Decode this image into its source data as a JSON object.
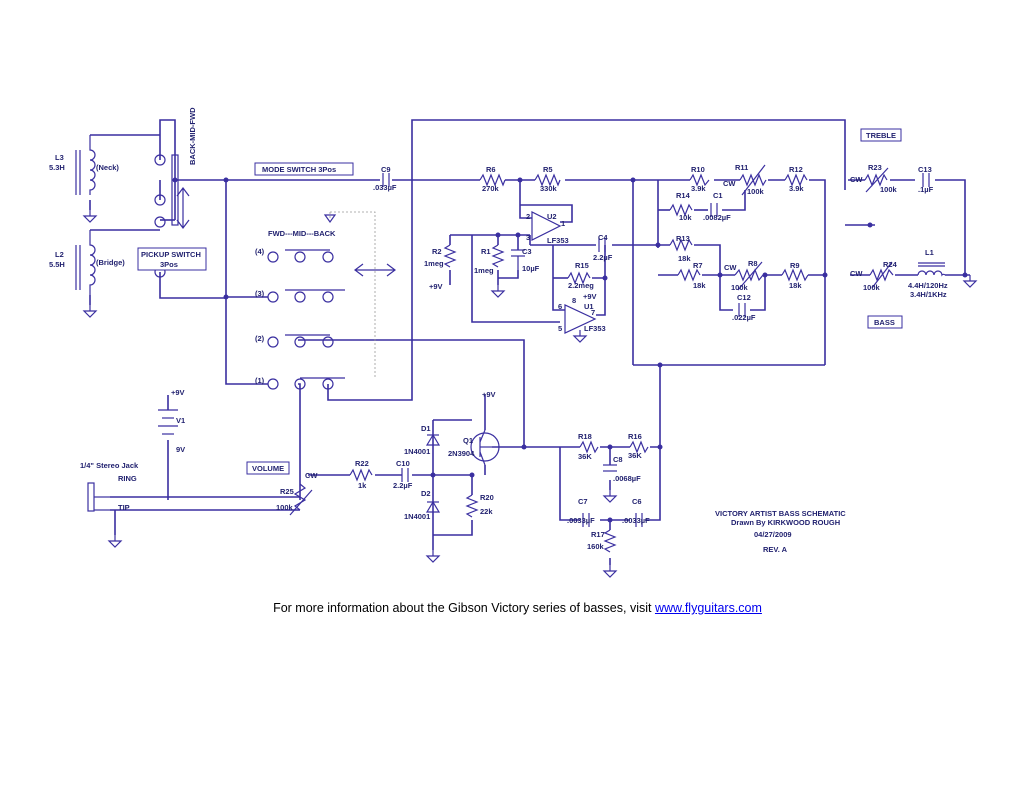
{
  "labels": {
    "inductors": {
      "l3_ref": "L3",
      "l3_val": "5.3H",
      "l3_pos": "(Neck)",
      "l2_ref": "L2",
      "l2_val": "5.5H",
      "l2_pos": "(Bridge)"
    },
    "switches": {
      "pickup_switch_title": "BACK-MID-FWD",
      "pickup_box_1": "PICKUP SWITCH",
      "pickup_box_2": "3Pos",
      "mode_switch": "MODE SWITCH  3Pos",
      "fwd_mid_back": "FWD---MID---BACK",
      "pos4": "(4)",
      "pos3": "(3)",
      "pos2": "(2)",
      "pos1": "(1)"
    },
    "boxes": {
      "treble": "TREBLE",
      "bass": "BASS",
      "volume": "VOLUME"
    },
    "components": {
      "c9": "C9",
      "c9v": ".033µF",
      "r6": "R6",
      "r6v": "270k",
      "r5": "R5",
      "r5v": "330k",
      "r10": "R10",
      "r10v": "3.9k",
      "r11": "R11",
      "r11v": "100k",
      "r12": "R12",
      "r12v": "3.9k",
      "r14": "R14",
      "r14v": "10k",
      "c1": "C1",
      "c1v": ".0082µF",
      "r13": "R13",
      "r13v": "18k",
      "r7": "R7",
      "r7v": "18k",
      "r8": "R8",
      "r8v": "100k",
      "r9": "R9",
      "r9v": "18k",
      "c12": "C12",
      "c12v": ".022µF",
      "r23": "R23",
      "r23v": "100k",
      "c13": "C13",
      "c13v": ".1µF",
      "r24": "R24",
      "r24v": "100k",
      "l1": "L1",
      "l1v1": "4.4H/120Hz",
      "l1v2": "3.4H/1KHz",
      "u2": "U2",
      "u2p": "LF353",
      "u2pin2": "2",
      "u2pin3": "3",
      "u2pin1": "1",
      "u1": "U1",
      "u1p": "LF353",
      "u1pin6": "6",
      "u1pin5": "5",
      "u1pin8": "8",
      "u1pin7": "7",
      "u1pwr": "+9V",
      "c4": "C4",
      "c4v": "2.2µF",
      "r15": "R15",
      "r15v": "2.2meg",
      "r2": "R2",
      "r2v": "1meg",
      "r2pwr": "+9V",
      "r1": "R1",
      "r1v": "1meg",
      "c3": "C3",
      "c3v": "10µF",
      "v1": "V1",
      "v1v": "9V",
      "v1pwr": "+9V",
      "d1": "D1",
      "d1v": "1N4001",
      "d2": "D2",
      "d2v": "1N4001",
      "q1": "Q1",
      "q1v": "2N3904",
      "q1pwr": "+9V",
      "r20": "R20",
      "r20v": "22k",
      "r22": "R22",
      "r22v": "1k",
      "c10": "C10",
      "c10v": "2.2µF",
      "r25": "R25",
      "r25v": "100k",
      "r18": "R18",
      "r18v": "36K",
      "r16": "R16",
      "r16v": "36K",
      "c8": "C8",
      "c8v": ".0068µF",
      "c7": "C7",
      "c7v": ".0033µF",
      "c6": "C6",
      "c6v": ".0033µF",
      "r17": "R17",
      "r17v": "160k",
      "cw": "CW",
      "jack": "1/4\" Stereo Jack",
      "ring": "RING",
      "tip": "TIP"
    },
    "title_block": {
      "line1": "VICTORY ARTIST BASS SCHEMATIC",
      "line2": "Drawn By KIRKWOOD ROUGH",
      "line3": "04/27/2009",
      "line4": "REV. A"
    }
  },
  "footer": {
    "text": "For more information about the Gibson Victory series of basses, visit ",
    "link": "www.flyguitars.com"
  }
}
